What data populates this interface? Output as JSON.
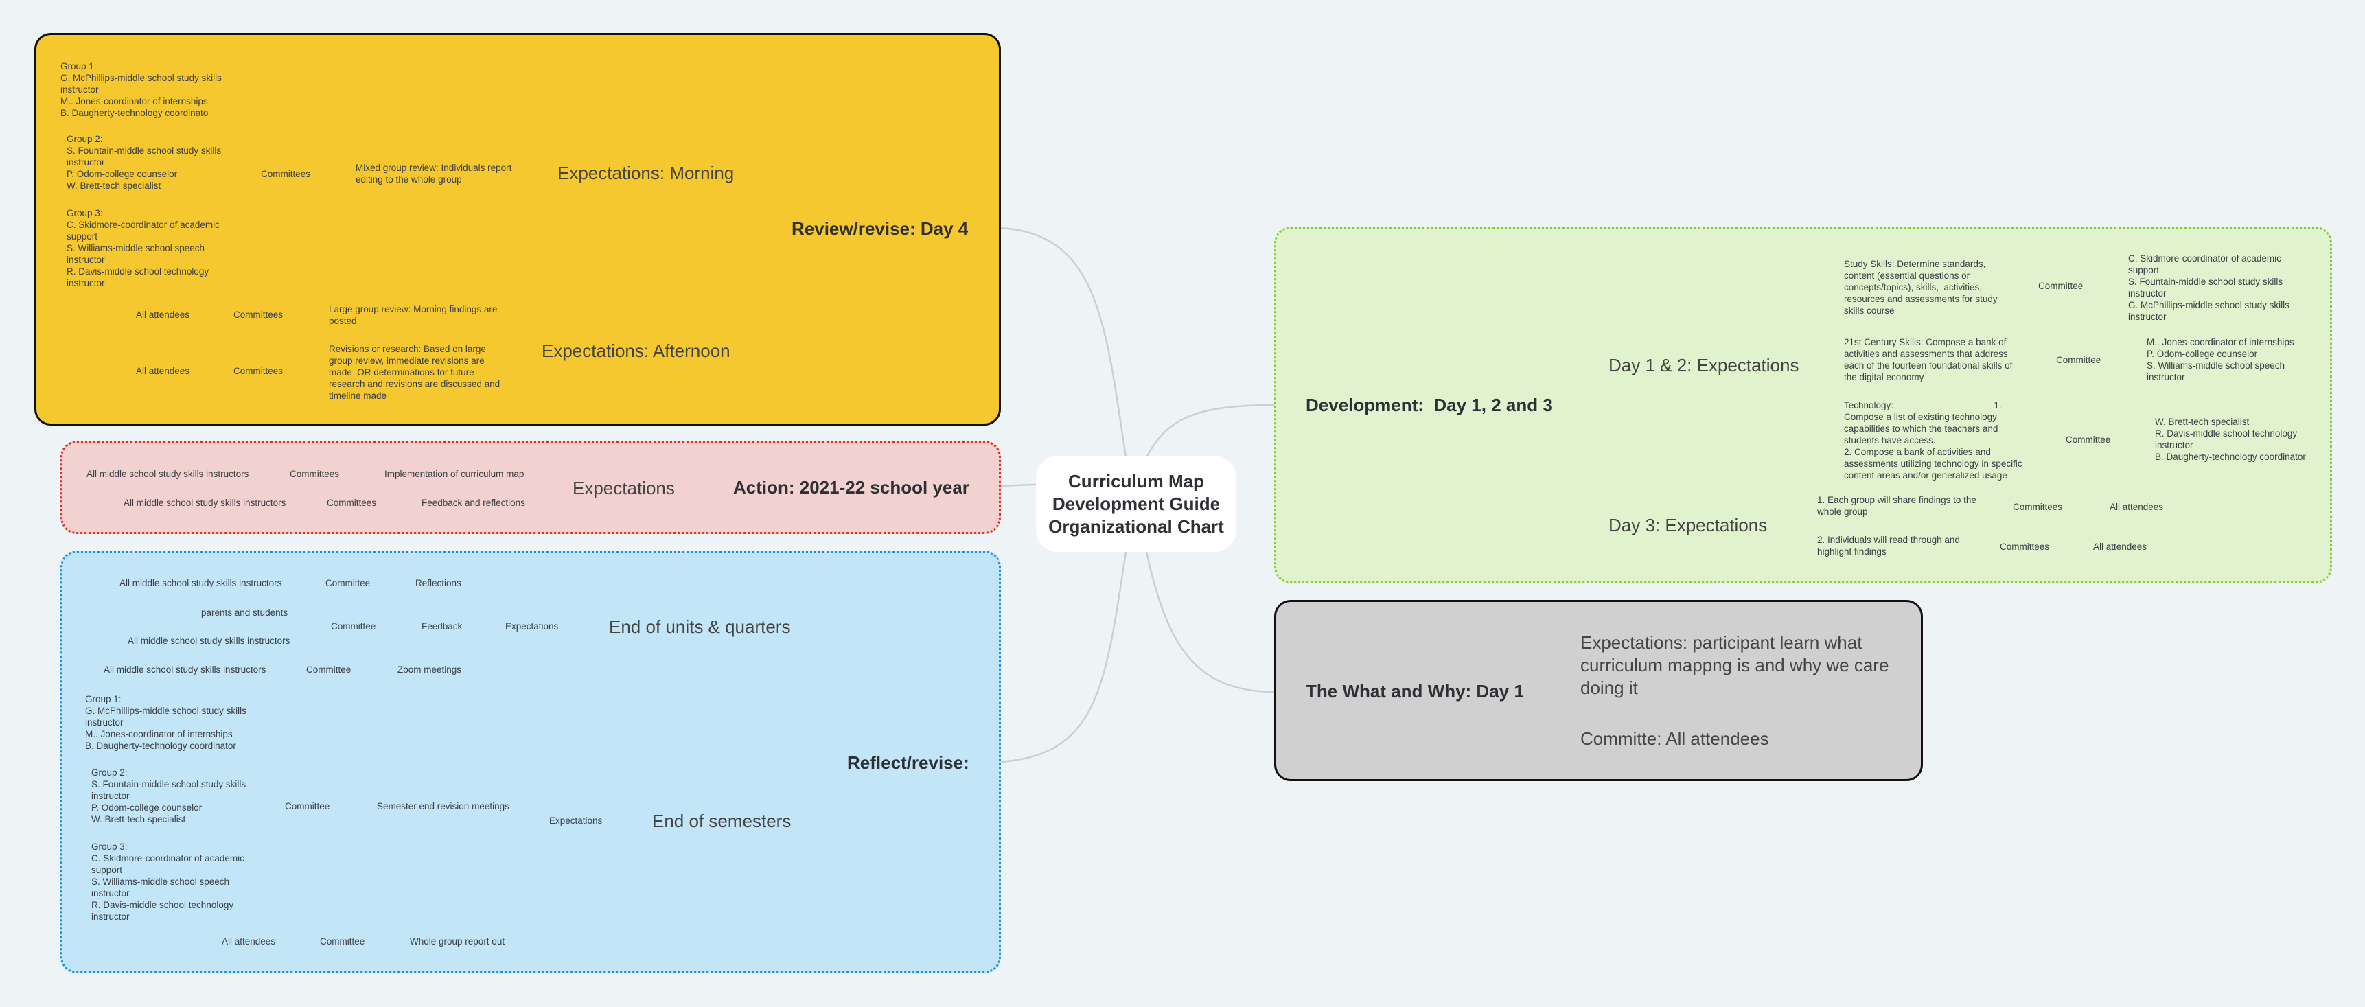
{
  "root": {
    "title": "Curriculum Map\nDevelopment Guide\nOrganizational Chart"
  },
  "review": {
    "title": "Review/revise: Day 4",
    "morning": "Expectations: Morning",
    "afternoon": "Expectations: Afternoon",
    "mixed": "Mixed group review: Individuals report\nediting to the whole group",
    "committees": "Committees",
    "group1": "Group 1:\nG. McPhillips-middle school study skills\ninstructor\nM.. Jones-coordinator of internships\nB. Daugherty-technology coordinato",
    "group2": "Group 2:\nS. Fountain-middle school study skills\ninstructor\nP. Odom-college counselor\nW. Brett-tech specialist",
    "group3": "Group 3:\nC. Skidmore-coordinator of academic\nsupport\nS. Williams-middle school speech\ninstructor\nR. Davis-middle school technology\ninstructor",
    "large": "Large group review: Morning findings are\nposted",
    "revisions": "Revisions or research: Based on large\ngroup review, immediate revisions are\nmade  OR determinations for future\nresearch and revisions are discussed and\ntimeline made",
    "all_attendees_1": "All attendees",
    "committees_1": "Committees",
    "all_attendees_2": "All attendees",
    "committees_2": "Committees"
  },
  "action": {
    "title": "Action: 2021-22 school year",
    "expectations": "Expectations",
    "impl": "Implementation of curriculum map",
    "feedback": "Feedback and reflections",
    "committees_1": "Committees",
    "committees_2": "Committees",
    "instructors_1": "All middle school study skills instructors",
    "instructors_2": "All middle school study skills instructors"
  },
  "reflect": {
    "title": "Reflect/revise:",
    "units": "End of units & quarters",
    "semesters": "End of semesters",
    "expectations_1": "Expectations",
    "expectations_2": "Expectations",
    "reflections": "Reflections",
    "feedback": "Feedback",
    "zoom": "Zoom meetings",
    "committee_1": "Committee",
    "committee_2": "Committee",
    "committee_3": "Committee",
    "instructors_1": "All middle school study skills instructors",
    "parents": "parents and students",
    "instructors_2": "All middle school study skills instructors",
    "instructors_3": "All middle school study skills instructors",
    "semester_meetings": "Semester end revision meetings",
    "committee_4": "Committee",
    "group1": "Group 1:\nG. McPhillips-middle school study skills\ninstructor\nM.. Jones-coordinator of internships\nB. Daugherty-technology coordinator",
    "group2": "Group 2:\nS. Fountain-middle school study skills\ninstructor\nP. Odom-college counselor\nW. Brett-tech specialist",
    "group3": "Group 3:\nC. Skidmore-coordinator of academic\nsupport\nS. Williams-middle school speech\ninstructor\nR. Davis-middle school technology\ninstructor",
    "whole": "Whole group report out",
    "committee_5": "Committee",
    "all_attendees": "All attendees"
  },
  "dev": {
    "title": "Development:  Day 1, 2 and 3",
    "day12": "Day 1 & 2: Expectations",
    "day3": "Day 3: Expectations",
    "study": "Study Skills: Determine standards,\ncontent (essential questions or\nconcepts/topics), skills,  activities,\nresources and assessments for study\nskills course",
    "century": "21st Century Skills: Compose a bank of\nactivities and assessments that address\neach of the fourteen foundational skills of\nthe digital economy",
    "tech": "Technology:                                       1.\nCompose a list of existing technology\ncapabilities to which the teachers and\nstudents have access.\n2. Compose a bank of activities and\nassessments utilizing technology in specific\ncontent areas and/or generalized usage",
    "committee_1": "Committee",
    "committee_2": "Committee",
    "committee_3": "Committee",
    "team1": "C. Skidmore-coordinator of academic\nsupport\nS. Fountain-middle school study skills\ninstructor\nG. McPhillips-middle school study skills\ninstructor",
    "team2": "M.. Jones-coordinator of internships\nP. Odom-college counselor\nS. Williams-middle school speech\ninstructor",
    "team3": "W. Brett-tech specialist\nR. Davis-middle school technology\ninstructor\nB. Daugherty-technology coordinator",
    "share": "1. Each group will share findings to the\nwhole group",
    "read": "2. Individuals will read through and\nhighlight findings",
    "committees_1": "Committees",
    "committees_2": "Committees",
    "all_attendees_1": "All attendees",
    "all_attendees_2": "All attendees"
  },
  "what": {
    "title": "The What and Why: Day 1",
    "expectations": "Expectations: participant learn what\ncurriculum mappng is and why we care\ndoing it",
    "committe": "Committe: All attendees"
  }
}
